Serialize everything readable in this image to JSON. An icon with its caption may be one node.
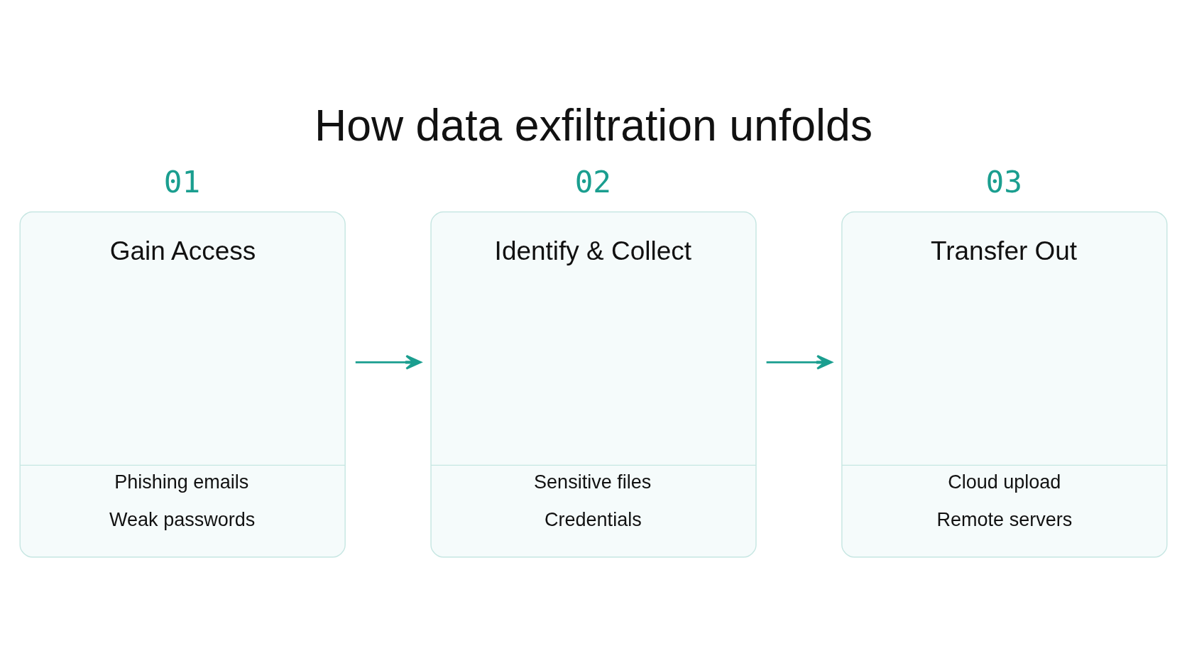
{
  "diagram": {
    "title": "How data exfiltration unfolds",
    "nodes": [
      {
        "text": [
          "01",
          "Gain Access",
          "Phishing emails",
          "Weak passwords"
        ]
      },
      {
        "text": [
          "02",
          "Identify & Collect",
          "Sensitive files",
          "Credentials"
        ]
      },
      {
        "text": [
          "03",
          "Transfer Out",
          "Cloud upload",
          "Remote servers"
        ]
      }
    ],
    "edges": [
      {
        "from": 0,
        "to": 1,
        "arrow": "to"
      },
      {
        "from": 1,
        "to": 2,
        "arrow": "to"
      }
    ]
  }
}
